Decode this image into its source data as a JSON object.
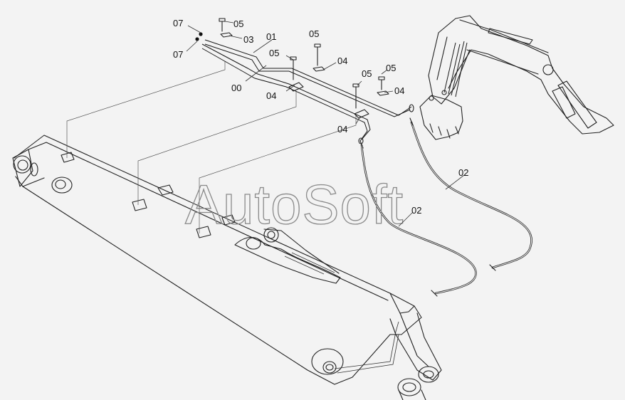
{
  "watermark": "AutoSoft",
  "callouts": {
    "c07a": "07",
    "c07b": "07",
    "c05a": "05",
    "c03": "03",
    "c01": "01",
    "c00": "00",
    "c05b": "05",
    "c05c": "05",
    "c04a": "04",
    "c04b": "04",
    "c05d": "05",
    "c05e": "05",
    "c04c": "04",
    "c04d": "04",
    "c02a": "02",
    "c02b": "02"
  },
  "colors": {
    "line": "#222222",
    "background": "#f3f3f3",
    "watermark": "#8a8a8a"
  }
}
